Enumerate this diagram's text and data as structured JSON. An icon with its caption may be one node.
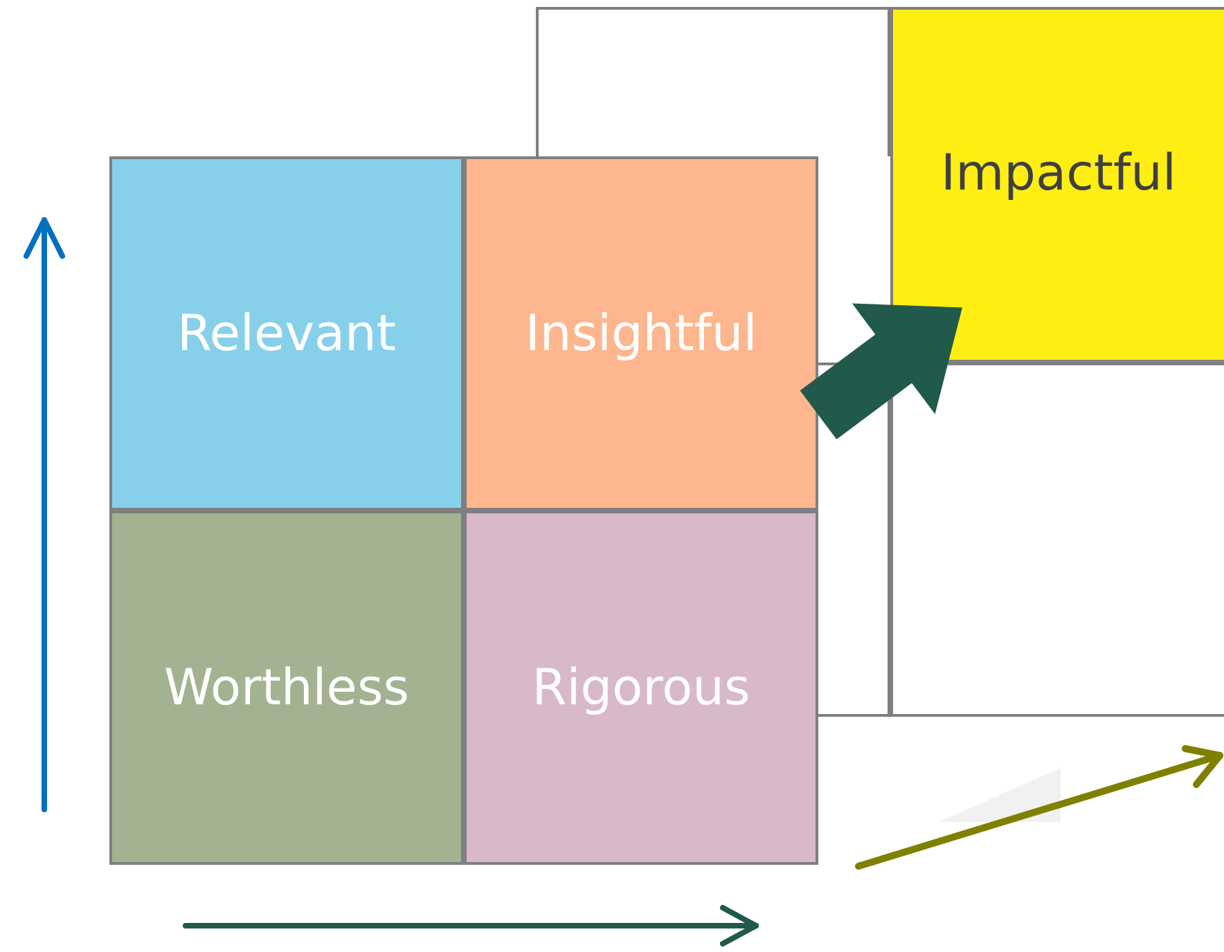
{
  "diagram": {
    "nodes": [
      {
        "text": [],
        "shape": "box"
      },
      {
        "text": [
          "Impactful"
        ]
      },
      {
        "text": [
          "Relevant"
        ]
      },
      {
        "text": [
          "Insightful"
        ]
      },
      {
        "text": [],
        "shape": "box"
      },
      {
        "text": [],
        "shape": "box"
      },
      {
        "text": [
          "Worthless"
        ]
      },
      {
        "text": [
          "Rigorous"
        ]
      }
    ],
    "edges": [
      {
        "from": 3,
        "to": 1,
        "arrow": "to",
        "style": "thick",
        "color": "#215a4a"
      }
    ]
  }
}
